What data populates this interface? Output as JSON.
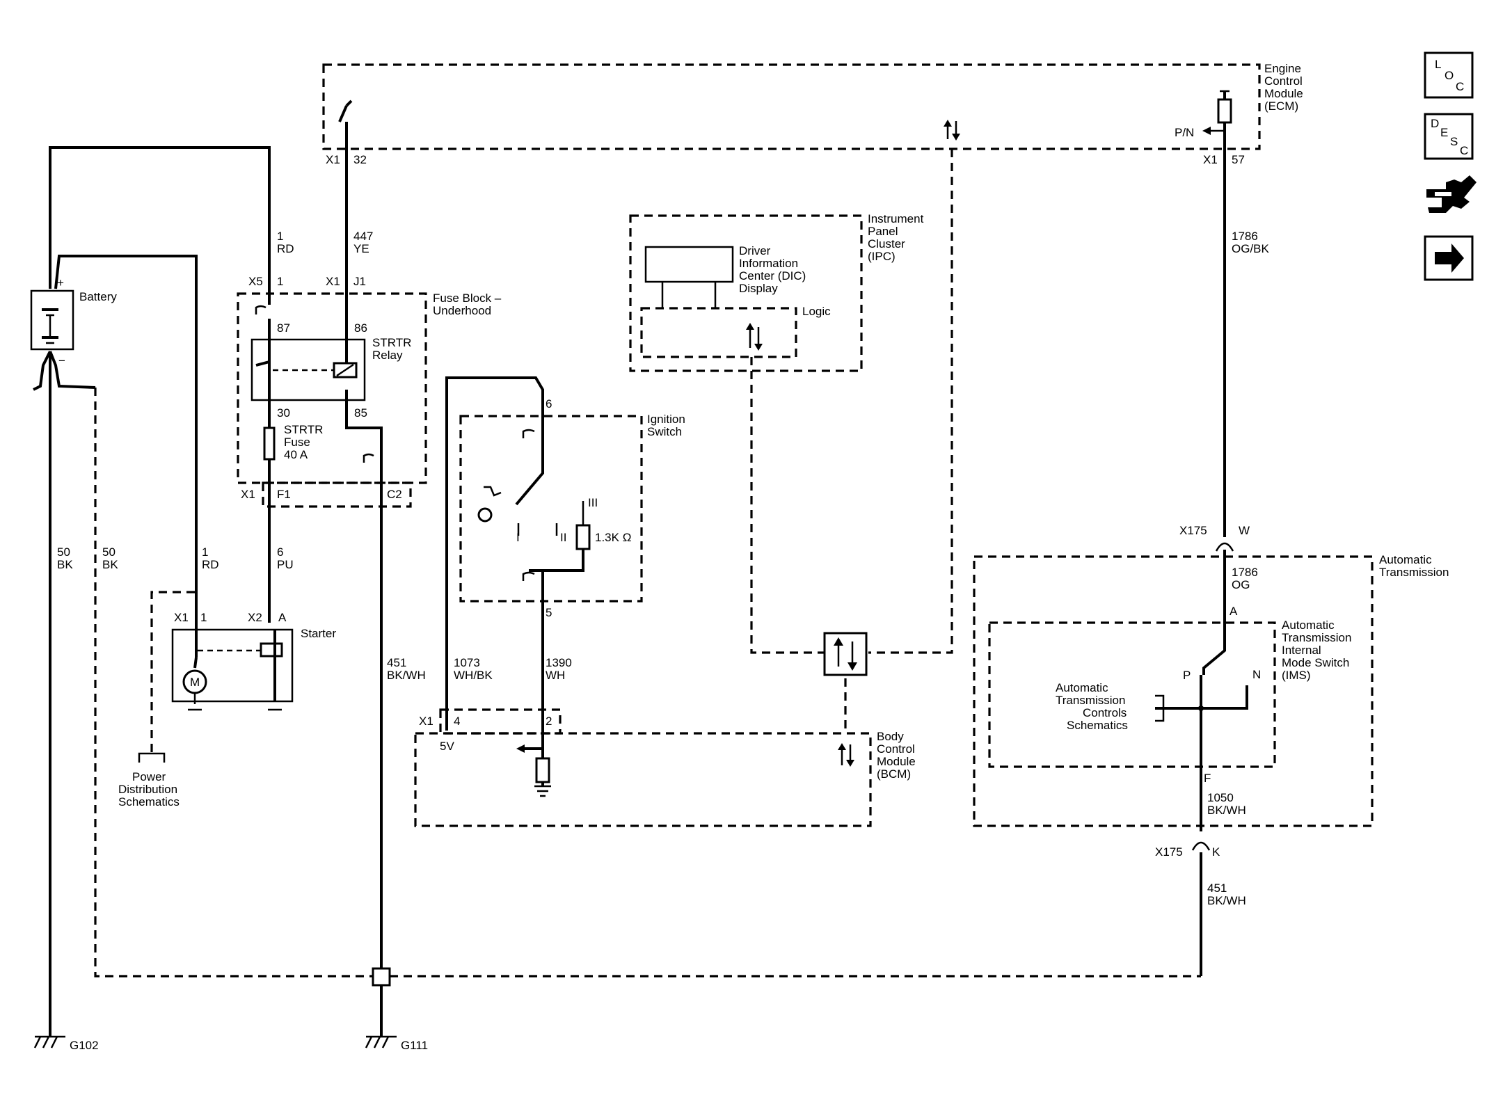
{
  "modules": {
    "ecm": {
      "l1": "Engine",
      "l2": "Control",
      "l3": "Module",
      "l4": "(ECM)"
    },
    "ipc": {
      "l1": "Instrument",
      "l2": "Panel",
      "l3": "Cluster",
      "l4": "(IPC)"
    },
    "dic": {
      "l1": "Driver",
      "l2": "Information",
      "l3": "Center (DIC)",
      "l4": "Display"
    },
    "logic": "Logic",
    "fuse_block": {
      "l1": "Fuse Block –",
      "l2": "Underhood"
    },
    "ignition": {
      "l1": "Ignition",
      "l2": "Switch"
    },
    "bcm": {
      "l1": "Body",
      "l2": "Control",
      "l3": "Module",
      "l4": "(BCM)"
    },
    "transmission": {
      "l1": "Automatic",
      "l2": "Transmission"
    },
    "ims": {
      "l1": "Automatic",
      "l2": "Transmission",
      "l3": "Internal",
      "l4": "Mode Switch",
      "l5": "(IMS)"
    },
    "tcs": {
      "l1": "Automatic",
      "l2": "Transmission",
      "l3": "Controls",
      "l4": "Schematics"
    },
    "battery": "Battery",
    "starter": "Starter",
    "relay": {
      "l1": "STRTR",
      "l2": "Relay"
    },
    "fuse": {
      "l1": "STRTR",
      "l2": "Fuse",
      "l3": "40 A"
    },
    "pds": {
      "l1": "Power",
      "l2": "Distribution",
      "l3": "Schematics"
    }
  },
  "wires": {
    "w1": {
      "num": "1",
      "color": "RD"
    },
    "w447": {
      "num": "447",
      "color": "YE"
    },
    "w1786a": {
      "num": "1786",
      "color": "OG/BK"
    },
    "w50a": {
      "num": "50",
      "color": "BK"
    },
    "w50b": {
      "num": "50",
      "color": "BK"
    },
    "w1b": {
      "num": "1",
      "color": "RD"
    },
    "w6": {
      "num": "6",
      "color": "PU"
    },
    "w451a": {
      "num": "451",
      "color": "BK/WH"
    },
    "w1073": {
      "num": "1073",
      "color": "WH/BK"
    },
    "w1390": {
      "num": "1390",
      "color": "WH"
    },
    "w1786b": {
      "num": "1786",
      "color": "OG"
    },
    "w1050": {
      "num": "1050",
      "color": "BK/WH"
    },
    "w451b": {
      "num": "451",
      "color": "BK/WH"
    }
  },
  "pins": {
    "ecm_x1a": "X1",
    "ecm_32": "32",
    "ecm_x1b": "X1",
    "ecm_57": "57",
    "pn": "P/N",
    "fb_x5": "X5",
    "fb_1": "1",
    "fb_x1": "X1",
    "fb_j1": "J1",
    "fb_87": "87",
    "fb_86": "86",
    "fb_30": "30",
    "fb_85": "85",
    "fb_x1b": "X1",
    "fb_f1": "F1",
    "fb_c2": "C2",
    "ign_6": "6",
    "ign_5": "5",
    "ign_I": "I",
    "ign_II": "II",
    "ign_III": "III",
    "res": "1.3K Ω",
    "st_x1": "X1",
    "st_1": "1",
    "st_x2": "X2",
    "st_a": "A",
    "motor": "M",
    "bcm_x1": "X1",
    "bcm_4": "4",
    "bcm_2": "2",
    "bcm_5v": "5V",
    "x175a": "X175",
    "w": "W",
    "pa": "A",
    "p": "P",
    "n": "N",
    "f": "F",
    "x175b": "X175",
    "k": "K",
    "bat_plus": "+",
    "bat_minus": "−",
    "g102": "G102",
    "g111": "G111"
  },
  "nav": {
    "loc": [
      "L",
      "O",
      "C"
    ],
    "desc": [
      "D",
      "E",
      "S",
      "C"
    ]
  }
}
